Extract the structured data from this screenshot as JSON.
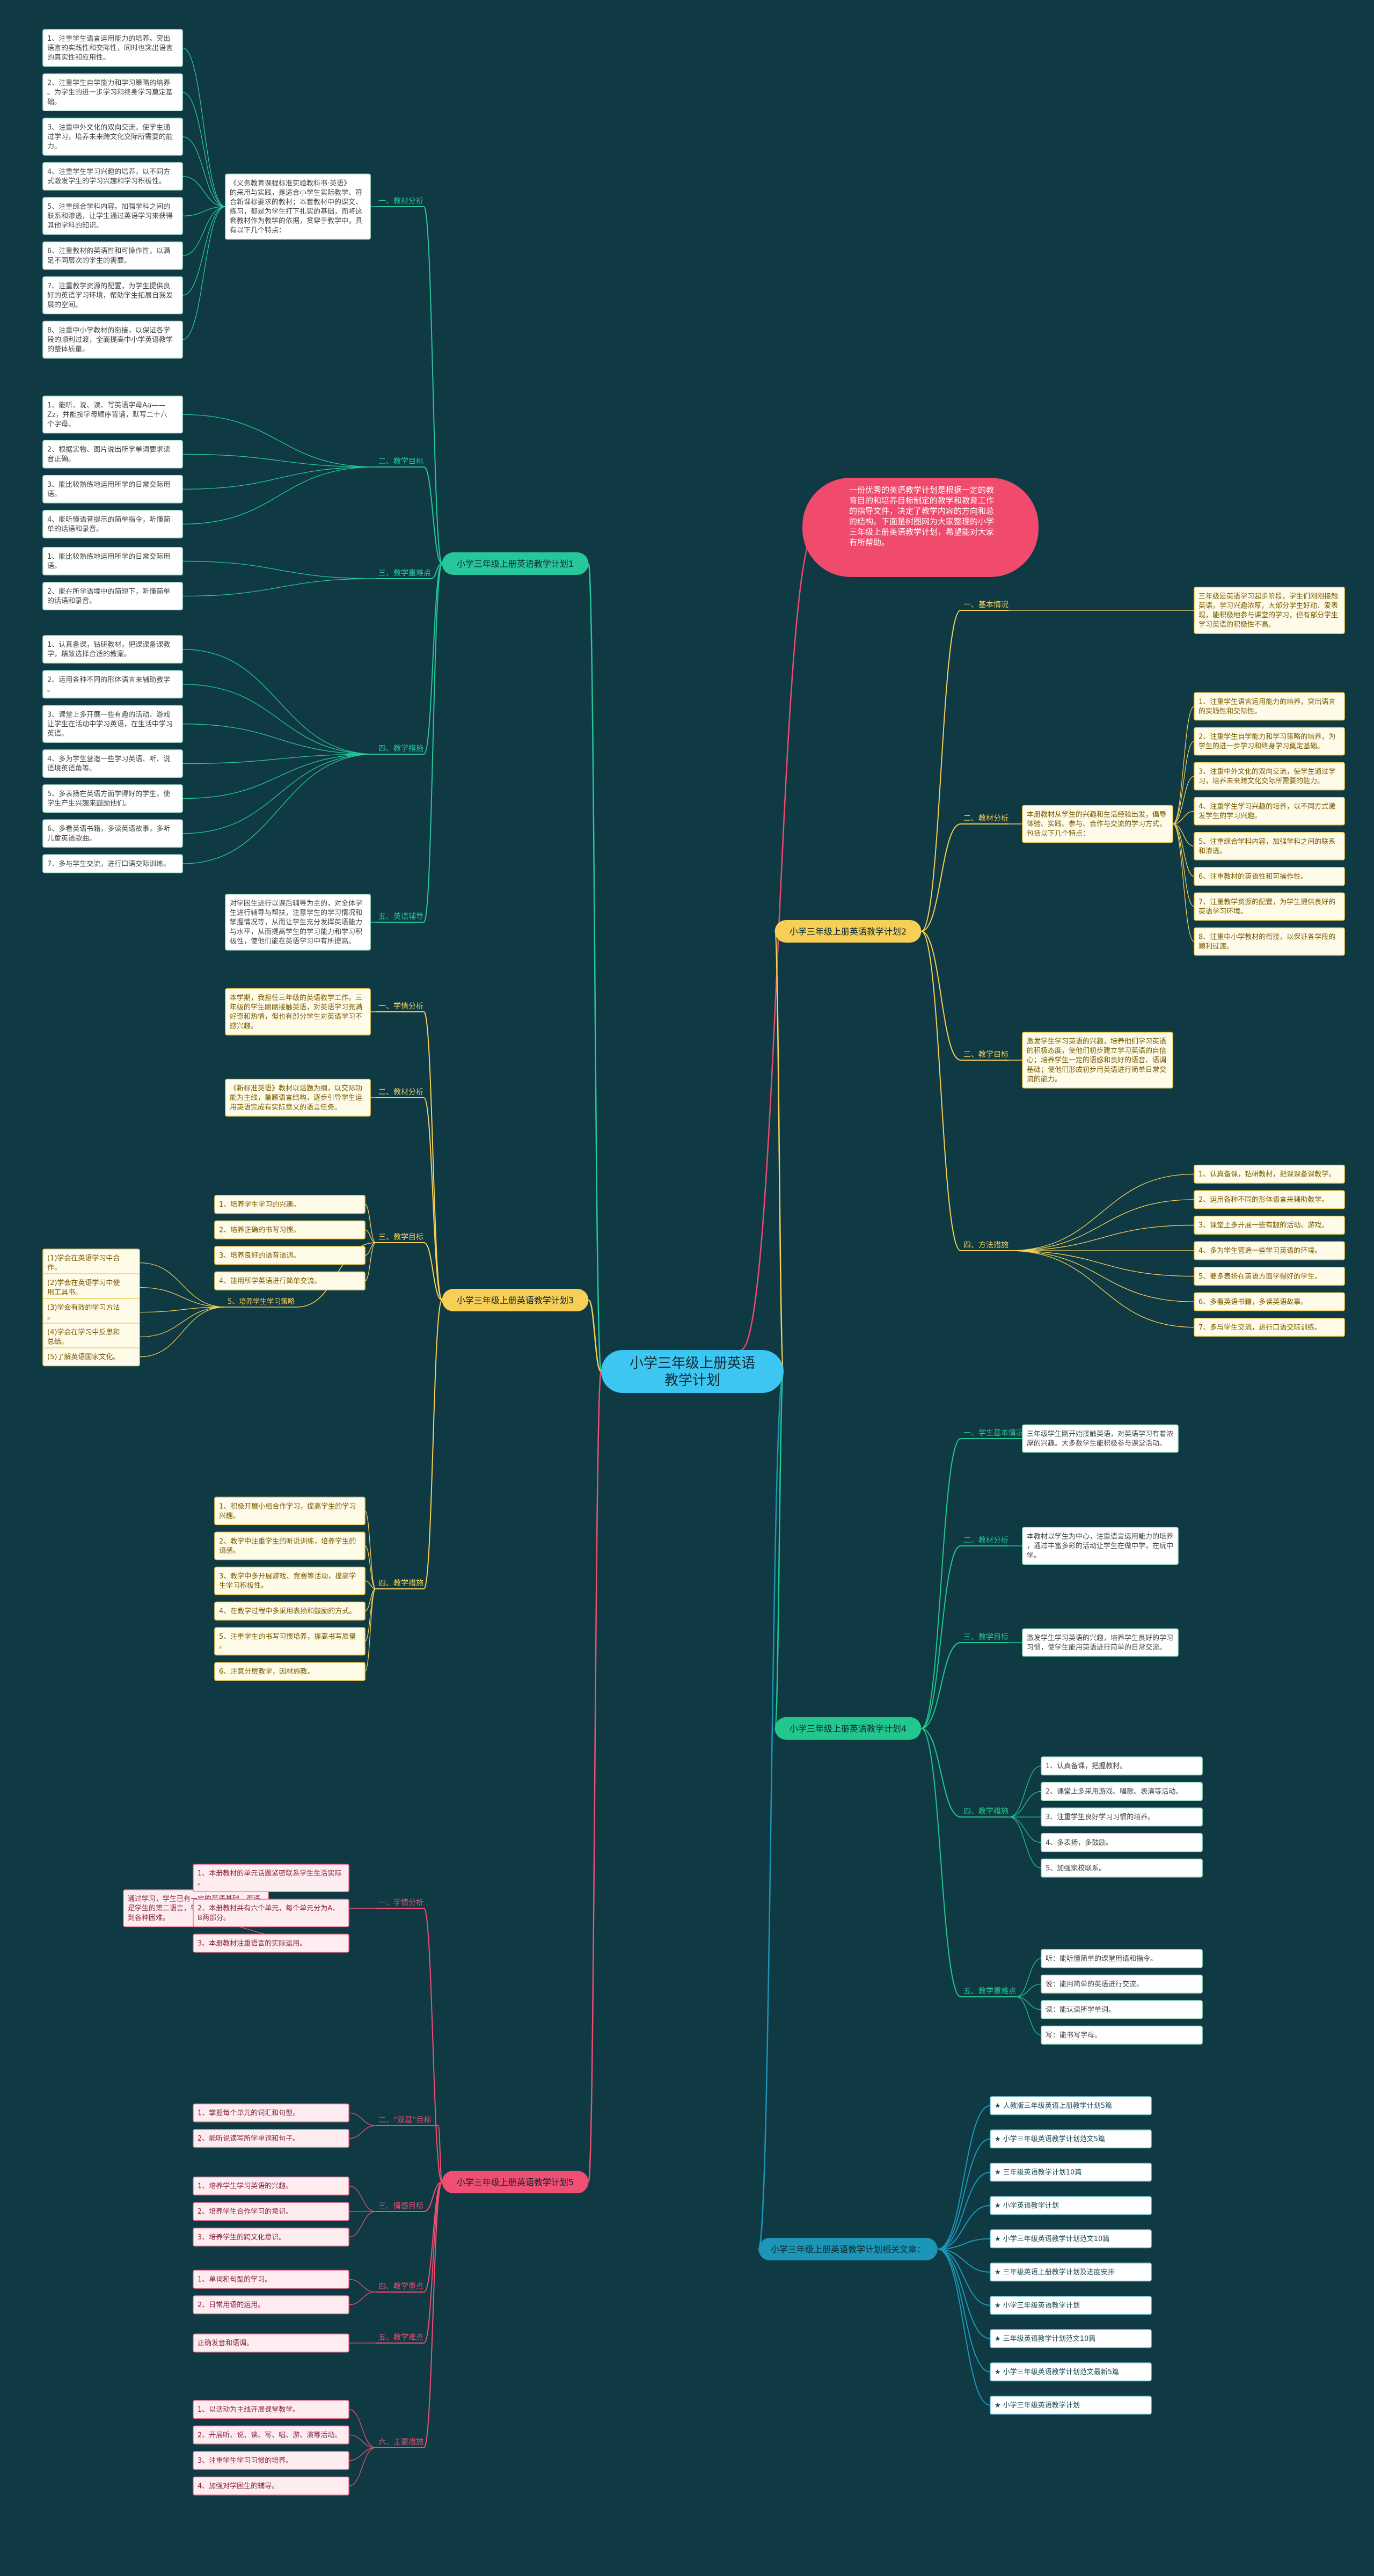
{
  "center": "小学三年级上册英语教学计划",
  "intro": "一份优秀的英语教学计划是根据一定的教育目的和培养目标制定的教学和教育工作的指导文件，决定了教学内容的方向和总的结构。下面是树图网为大家整理的小学三年级上册英语教学计划，希望能对大家有所帮助。",
  "colors": {
    "bg": "#0f3a44",
    "center": "#3ec6f2",
    "b1": "#26c79a",
    "b2": "#f7cf57",
    "b3": "#f7cf57",
    "b4": "#22c78e",
    "b5": "#ef4f72",
    "b6": "#1b96b7",
    "intro": "#f04a6c"
  },
  "branches": [
    {
      "key": "b1",
      "label": "小学三年级上册英语教学计划1",
      "subs": [
        {
          "label": "一、教材分析",
          "inter": "《义务教育课程标准实验教科书·英语》 的采用与实践，是适合小学生实际教学、符合新课标要求的教材；本套教材中的课文、练习，都是为学生打下扎实的基础，而将这套教材作为教学的依据，贯穿于教学中，具有以下几个特点：",
          "leaves": [
            "1、注重学生语言运用能力的培养。突出语言的实践性和交际性，同时也突出语言的真实性和应用性。",
            "2、注重学生自学能力和学习策略的培养。为学生的进一步学习和终身学习奠定基础。",
            "3、注重中外文化的双向交流。使学生通过学习，培养未来跨文化交际所需要的能力。",
            "4、注重学生学习兴趣的培养，以不同方式激发学生的学习兴趣和学习积极性。",
            "5、注重综合学科内容。加强学科之间的联系和渗透，让学生通过英语学习来获得其他学科的知识。",
            "6、注重教材的英语性和可操作性，以满足不同层次的学生的需要。",
            "7、注重教学资源的配置，为学生提供良好的英语学习环境，帮助学生拓展自我发展的空间。",
            "8、注重中小学教材的衔接，以保证各学段的顺利过渡，全面提高中小学英语教学的整体质量。"
          ]
        },
        {
          "label": "二、教学目标",
          "leaves": [
            "1、能听、说、读、写英语字母Aa——Zz，并能按字母顺序背诵，默写二十六个字母。",
            "2、根据实物、图片说出所学单词要求读音正确。",
            "3、能比较熟练地运用所学的日常交际用语。",
            "4、能听懂语音提示的简单指令，听懂简单的话语和录音。"
          ]
        },
        {
          "label": "三、教学重难点",
          "leaves": [
            "1、能比较熟练地运用所学的日常交际用语。",
            "2、能在所学语境中的简短下，听懂简单的话语和录音。"
          ]
        },
        {
          "label": "四、教学措施",
          "leaves": [
            "1、认真备课，钻研教材，把课课备课教学，精致选择合适的教案。",
            "2、运用各种不同的形体语言来辅助教学。",
            "3、课堂上多开展一些有趣的活动、游戏让学生在活动中学习英语，在生活中学习英语。",
            "4、多为学生营造一些学习英语、听、说语境英语角等。",
            "5、多表扬在英语方面学得好的学生，使学生产生兴趣来鼓励他们。",
            "6、多看英语书籍，多读英语故事，多听儿童英语歌曲。",
            "7、多与学生交流，进行口语交际训练。"
          ]
        },
        {
          "label": "五、英语辅导",
          "inter": "对学困生进行以课后辅导为主的，对全体学生进行辅导与帮扶，注意学生的学习情况和掌握情况等，从而让学生充分发挥英语能力与水平，从而提高学生的学习能力和学习积极性，使他们能在英语学习中有所提高。"
        }
      ]
    },
    {
      "key": "b2",
      "label": "小学三年级上册英语教学计划2",
      "subs": [
        {
          "label": "一、基本情况",
          "leaves": [
            "三年级是英语学习起步阶段，学生们刚刚接触英语，学习兴趣浓厚，大部分学生好动、爱表现，能积极地参与课堂的学习，但有部分学生学习英语的积极性不高。"
          ]
        },
        {
          "label": "二、教材分析",
          "inter": "本册教材从学生的兴趣和生活经验出发，倡导体验、实践、参与、合作与交流的学习方式，包括以下几个特点：",
          "leaves": [
            "1、注重学生语言运用能力的培养，突出语言的实践性和交际性。",
            "2、注重学生自学能力和学习策略的培养，为学生的进一步学习和终身学习奠定基础。",
            "3、注重中外文化的双向交流，使学生通过学习，培养未来跨文化交际所需要的能力。",
            "4、注重学生学习兴趣的培养，以不同方式激发学生的学习兴趣。",
            "5、注重综合学科内容，加强学科之间的联系和渗透。",
            "6、注重教材的英语性和可操作性。",
            "7、注重教学资源的配置，为学生提供良好的英语学习环境。",
            "8、注重中小学教材的衔接，以保证各学段的顺利过渡。"
          ]
        },
        {
          "label": "三、教学目标",
          "inter": "激发学生学习英语的兴趣，培养他们学习英语的积极态度，使他们初步建立学习英语的自信心；培养学生一定的语感和良好的语音、语调基础；使他们形成初步用英语进行简单日常交流的能力。"
        },
        {
          "label": "四、方法措施",
          "leaves": [
            "1、认真备课，钻研教材，把课课备课教学。",
            "2、运用各种不同的形体语言来辅助教学。",
            "3、课堂上多开展一些有趣的活动、游戏。",
            "4、多为学生营造一些学习英语的环境。",
            "5、要多表扬在英语方面学得好的学生。",
            "6、多看英语书籍，多读英语故事。",
            "7、多与学生交流，进行口语交际训练。"
          ]
        }
      ]
    },
    {
      "key": "b3",
      "label": "小学三年级上册英语教学计划3",
      "subs": [
        {
          "label": "一、学情分析",
          "inter": "本学期，我担任三年级的英语教学工作。三年级的学生刚刚接触英语，对英语学习充满好奇和热情，但也有部分学生对英语学习不感兴趣。"
        },
        {
          "label": "二、教材分析",
          "inter": "《新标准英语》教材以话题为纲，以交际功能为主线，兼顾语言结构，逐步引导学生运用英语完成有实际意义的语言任务。"
        },
        {
          "label": "三、教学目标",
          "leaves": [
            "1、培养学生学习的兴趣。",
            "2、培养正确的书写习惯。",
            "3、培养良好的语音语调。",
            "4、能用所学英语进行简单交流。"
          ],
          "tail": {
            "label": "5、培养学生学习策略",
            "leaves": [
              "(1)学会在英语学习中合作。",
              "(2)学会在英语学习中使用工具书。",
              "(3)学会有效的学习方法。",
              "(4)学会在学习中反思和总结。",
              "(5)了解英语国家文化。"
            ]
          }
        },
        {
          "label": "四、教学措施",
          "leaves": [
            "1、积极开展小组合作学习，提高学生的学习兴趣。",
            "2、教学中注重学生的听说训练，培养学生的语感。",
            "3、教学中多开展游戏、竞赛等活动，提高学生学习积极性。",
            "4、在教学过程中多采用表扬和鼓励的方式。",
            "5、注重学生的书写习惯培养，提高书写质量。",
            "6、注意分层教学，因材施教。"
          ]
        }
      ]
    },
    {
      "key": "b4",
      "label": "小学三年级上册英语教学计划4",
      "subs": [
        {
          "label": "一、学生基本情况分析",
          "inter": "三年级学生刚开始接触英语，对英语学习有着浓厚的兴趣。大多数学生能积极参与课堂活动。"
        },
        {
          "label": "二、教材分析",
          "inter": "本教材以学生为中心，注重语言运用能力的培养，通过丰富多彩的活动让学生在做中学，在玩中学。"
        },
        {
          "label": "三、教学目标",
          "inter": "激发学生学习英语的兴趣，培养学生良好的学习习惯，使学生能用英语进行简单的日常交流。"
        },
        {
          "label": "四、教学措施",
          "leaves": [
            "1、认真备课，把握教材。",
            "2、课堂上多采用游戏、唱歌、表演等活动。",
            "3、注重学生良好学习习惯的培养。",
            "4、多表扬，多鼓励。",
            "5、加强家校联系。"
          ]
        },
        {
          "label": "五、教学重难点",
          "leaves": [
            "听：能听懂简单的课堂用语和指令。",
            "说：能用简单的英语进行交流。",
            "读：能认读所学单词。",
            "写：能书写字母。"
          ]
        }
      ]
    },
    {
      "key": "b5",
      "label": "小学三年级上册英语教学计划5",
      "subs": [
        {
          "label": "一、学情分析",
          "inter": "通过学习，学生已有一定的英语基础，英语是学生的第二语言，学生在学习过程中会遇到各种困难。",
          "leaves": [
            "1、本册教材的单元话题紧密联系学生生活实际。",
            "2、本册教材共有六个单元，每个单元分为A、B两部分。",
            "3、本册教材注重语言的实际运用。"
          ]
        },
        {
          "label": "二、“双基”目标",
          "leaves": [
            "1、掌握每个单元的词汇和句型。",
            "2、能听说读写所学单词和句子。"
          ]
        },
        {
          "label": "三、情感目标",
          "leaves": [
            "1、培养学生学习英语的兴趣。",
            "2、培养学生合作学习的意识。",
            "3、培养学生的跨文化意识。"
          ]
        },
        {
          "label": "四、教学重点",
          "leaves": [
            "1、单词和句型的学习。",
            "2、日常用语的运用。"
          ]
        },
        {
          "label": "五、教学难点",
          "leaves": [
            "正确发音和语调。"
          ]
        },
        {
          "label": "六、主要措施",
          "leaves": [
            "1、以活动为主线开展课堂教学。",
            "2、开展听、说、读、写、唱、游、演等活动。",
            "3、注重学生学习习惯的培养。",
            "4、加强对学困生的辅导。"
          ]
        }
      ]
    },
    {
      "key": "b6",
      "label": "小学三年级上册英语教学计划相关文章：",
      "subs": [
        {
          "label": "★ 人教版三年级英语上册教学计划5篇"
        },
        {
          "label": "★ 小学三年级英语教学计划范文5篇"
        },
        {
          "label": "★ 三年级英语教学计划10篇"
        },
        {
          "label": "★ 小学英语教学计划"
        },
        {
          "label": "★ 小学三年级英语教学计划范文10篇"
        },
        {
          "label": "★ 三年级英语上册教学计划及进度安排"
        },
        {
          "label": "★ 小学三年级英语教学计划"
        },
        {
          "label": "★ 三年级英语教学计划范文10篇"
        },
        {
          "label": "★ 小学三年级英语教学计划范文最新5篇"
        },
        {
          "label": "★ 小学三年级英语教学计划"
        }
      ]
    }
  ]
}
